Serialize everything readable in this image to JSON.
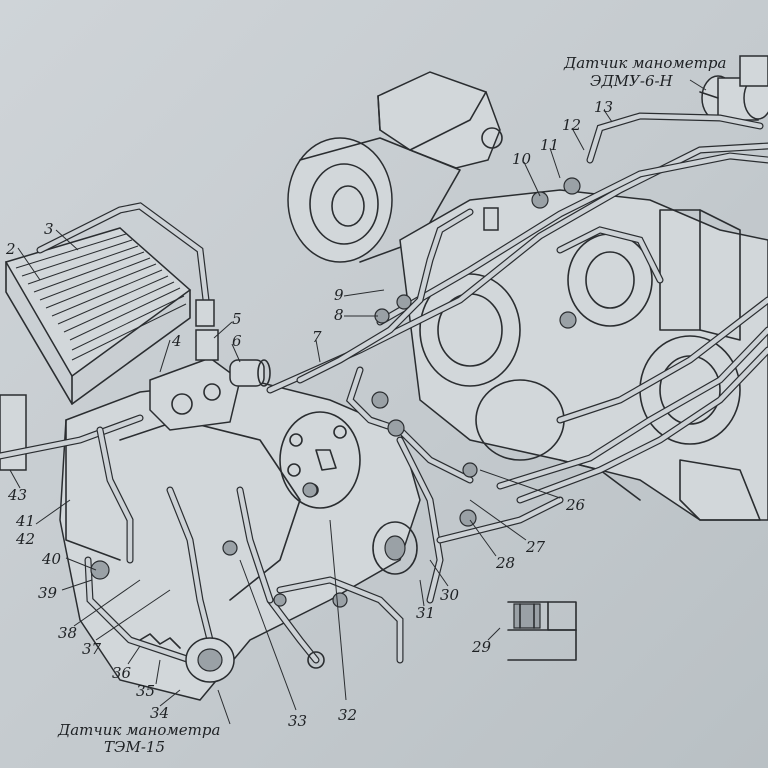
{
  "captions": {
    "top_line1": "Датчик манометра",
    "top_line2": "ЭДМУ-6-Н",
    "bottom_line1": "Датчик манометра",
    "bottom_line2": "ТЭМ-15"
  },
  "callouts": [
    "2",
    "3",
    "4",
    "5",
    "6",
    "7",
    "8",
    "9",
    "10",
    "11",
    "12",
    "13",
    "26",
    "27",
    "28",
    "29",
    "30",
    "31",
    "32",
    "33",
    "34",
    "35",
    "36",
    "37",
    "38",
    "39",
    "40",
    "41",
    "42",
    "43"
  ]
}
